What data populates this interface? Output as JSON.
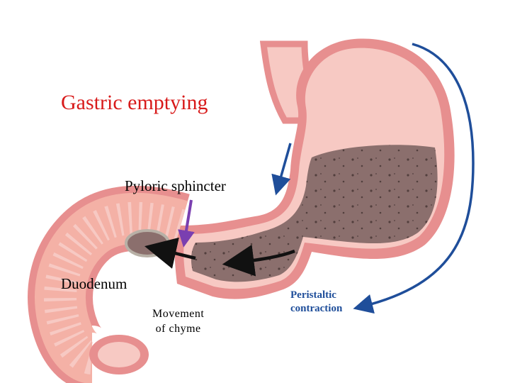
{
  "diagram": {
    "title": "Gastric emptying",
    "labels": {
      "pyloric_sphincter": "Pyloric sphincter",
      "duodenum": "Duodenum",
      "movement_line1": "Movement",
      "movement_line2": "of chyme",
      "peristaltic_line1": "Peristaltic",
      "peristaltic_line2": "contraction"
    },
    "colors": {
      "title": "#d81a1a",
      "stomach_wall": "#e78f8f",
      "stomach_lining": "#f7c9c3",
      "chyme": "#8b6f6d",
      "pointer": "#7a3fb0",
      "contraction_arrow": "#1f4e9a",
      "chyme_arrow": "#111111"
    }
  }
}
